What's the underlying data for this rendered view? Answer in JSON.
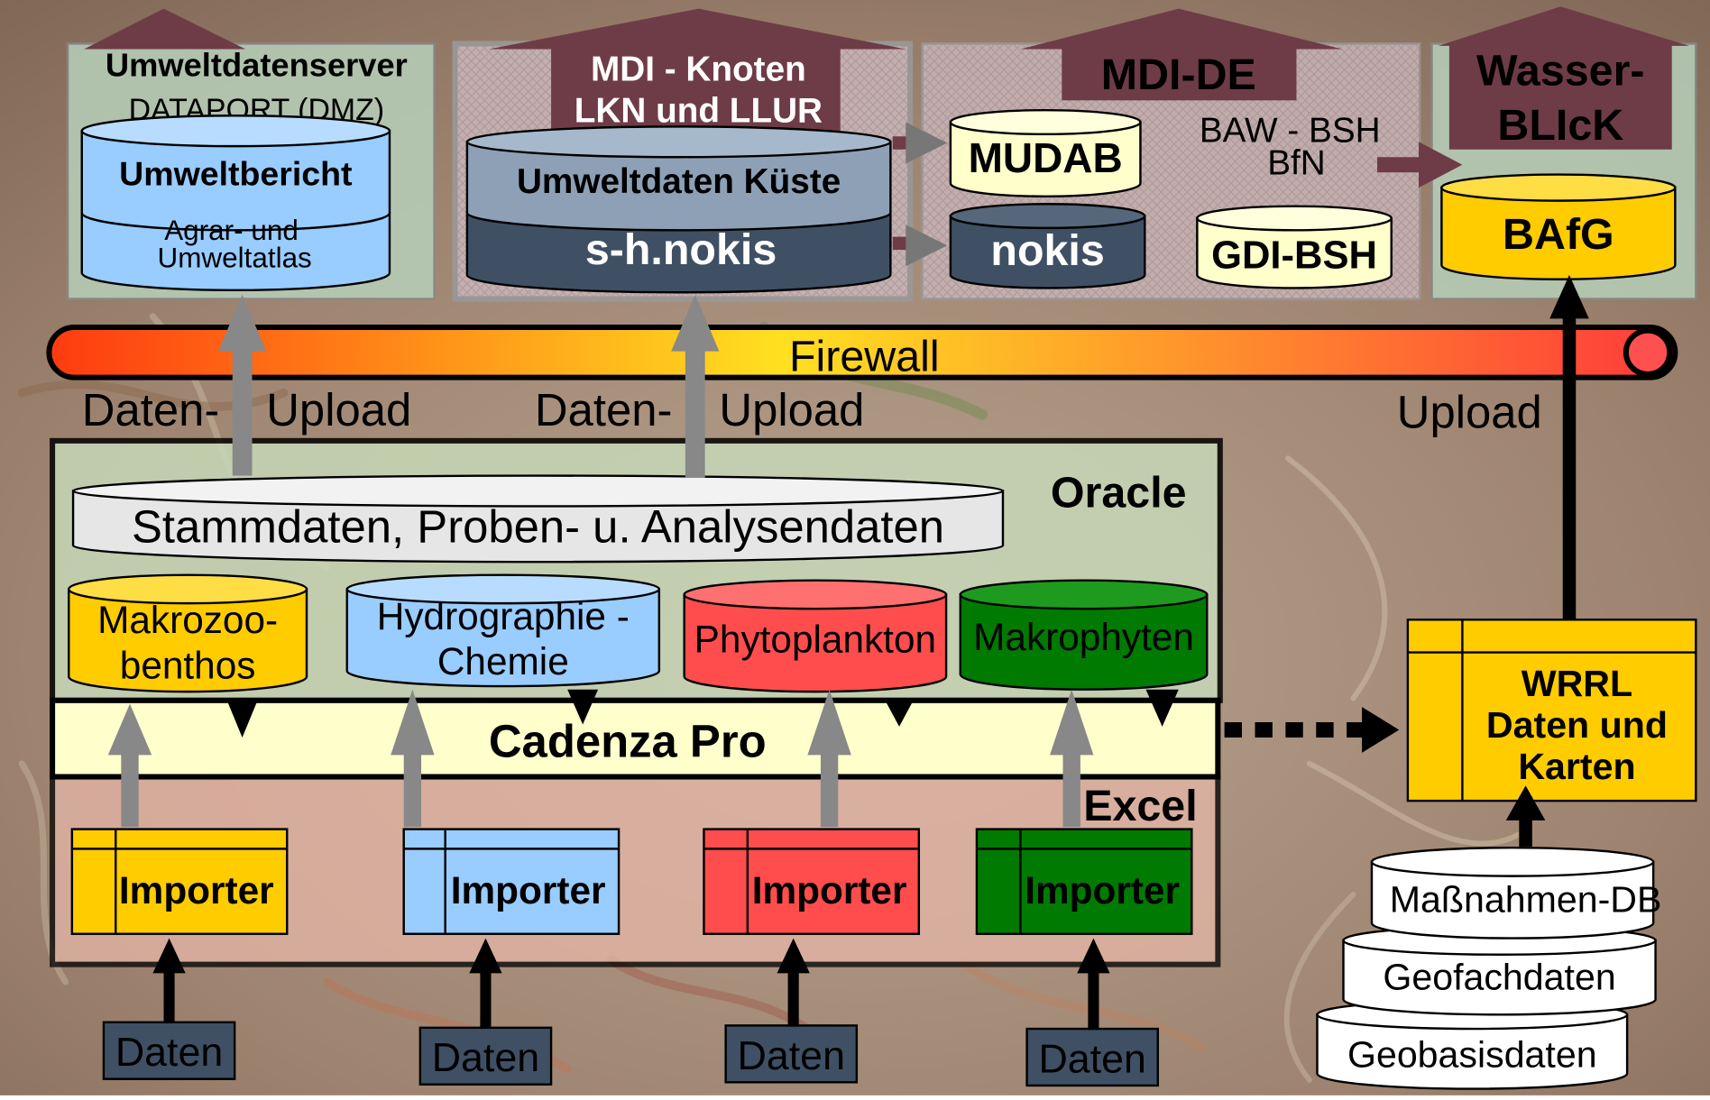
{
  "top": {
    "umweltdatenserver": {
      "title": "Umweltdatenserver",
      "subtitle": "DATAPORT (DMZ)",
      "db1": "Umweltbericht",
      "db2_line1": "Agrar- und",
      "db2_line2": "Umweltatlas"
    },
    "mdi_knoten": {
      "title_line1": "MDI - Knoten",
      "title_line2": "LKN und LLUR",
      "db1": "Umweltdaten Küste",
      "db2": "s-h.nokis"
    },
    "mdi_de": {
      "title": "MDI-DE",
      "db_mudab": "MUDAB",
      "db_nokis": "nokis",
      "db_gdi": "GDI-BSH",
      "note_line1": "BAW - BSH",
      "note_line2": "BfN"
    },
    "wasserblick": {
      "title_line1": "Wasser-",
      "title_line2": "BLIcK",
      "db": "BAfG"
    }
  },
  "firewall": {
    "label": "Firewall"
  },
  "uploads": {
    "left_1": "Daten-",
    "left_2": "Upload",
    "mid_1": "Daten-",
    "mid_2": "Upload",
    "right": "Upload"
  },
  "oracle": {
    "label": "Oracle",
    "stammdaten": "Stammdaten, Proben- u. Analysendaten",
    "makrozoo_1": "Makrozoo-",
    "makrozoo_2": "benthos",
    "hydro_1": "Hydrographie -",
    "hydro_2": "Chemie",
    "phyto": "Phytoplankton",
    "makrophyten": "Makrophyten"
  },
  "cadenza": {
    "label": "Cadenza Pro"
  },
  "excel": {
    "label": "Excel",
    "importers": [
      "Importer",
      "Importer",
      "Importer",
      "Importer"
    ]
  },
  "daten": [
    "Daten",
    "Daten",
    "Daten",
    "Daten"
  ],
  "wrrl": {
    "line1": "WRRL",
    "line2": "Daten und",
    "line3": "Karten"
  },
  "stack": {
    "massnahmen": "Maßnahmen-DB",
    "geofach": "Geofachdaten",
    "geobasis": "Geobasisdaten"
  },
  "colors": {
    "yellow": "#FFCC00",
    "lightblue": "#99CCFF",
    "red": "#FF4D4D",
    "green": "#007A00",
    "darkslate": "#3F5064",
    "maroon": "#6E3C46",
    "cream": "#FFFFCC"
  }
}
